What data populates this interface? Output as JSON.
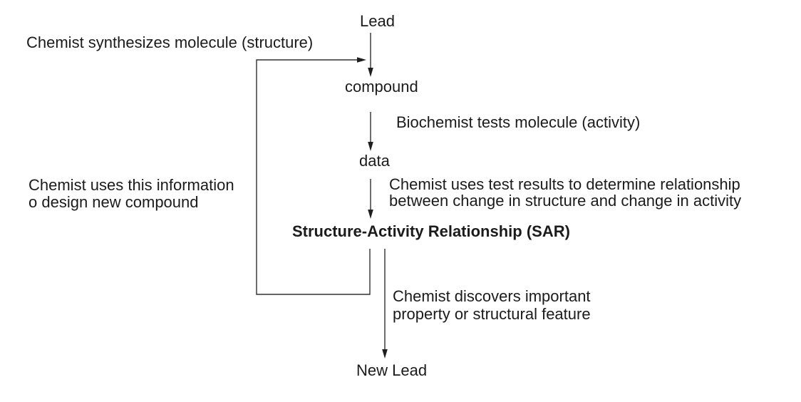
{
  "diagram": {
    "title_implicit": "Structure-Activity Relationship discovery cycle",
    "colors": {
      "background": "#ffffff",
      "text": "#1b1b1b",
      "line": "#303030"
    },
    "nodes": {
      "lead": "Lead",
      "compound": "compound",
      "data": "data",
      "sar": "Structure-Activity Relationship (SAR)",
      "new_lead": "New Lead"
    },
    "annotations": {
      "synthesize": "Chemist synthesizes molecule (structure)",
      "test": "Biochemist tests molecule (activity)",
      "relationship_line1": "Chemist uses test results to determine relationship",
      "relationship_line2": "between change in structure and change in activity",
      "feedback_line1": "Chemist uses this information",
      "feedback_line2": "o design new compound",
      "discover_line1": "Chemist discovers important",
      "discover_line2": "property or structural feature"
    }
  }
}
